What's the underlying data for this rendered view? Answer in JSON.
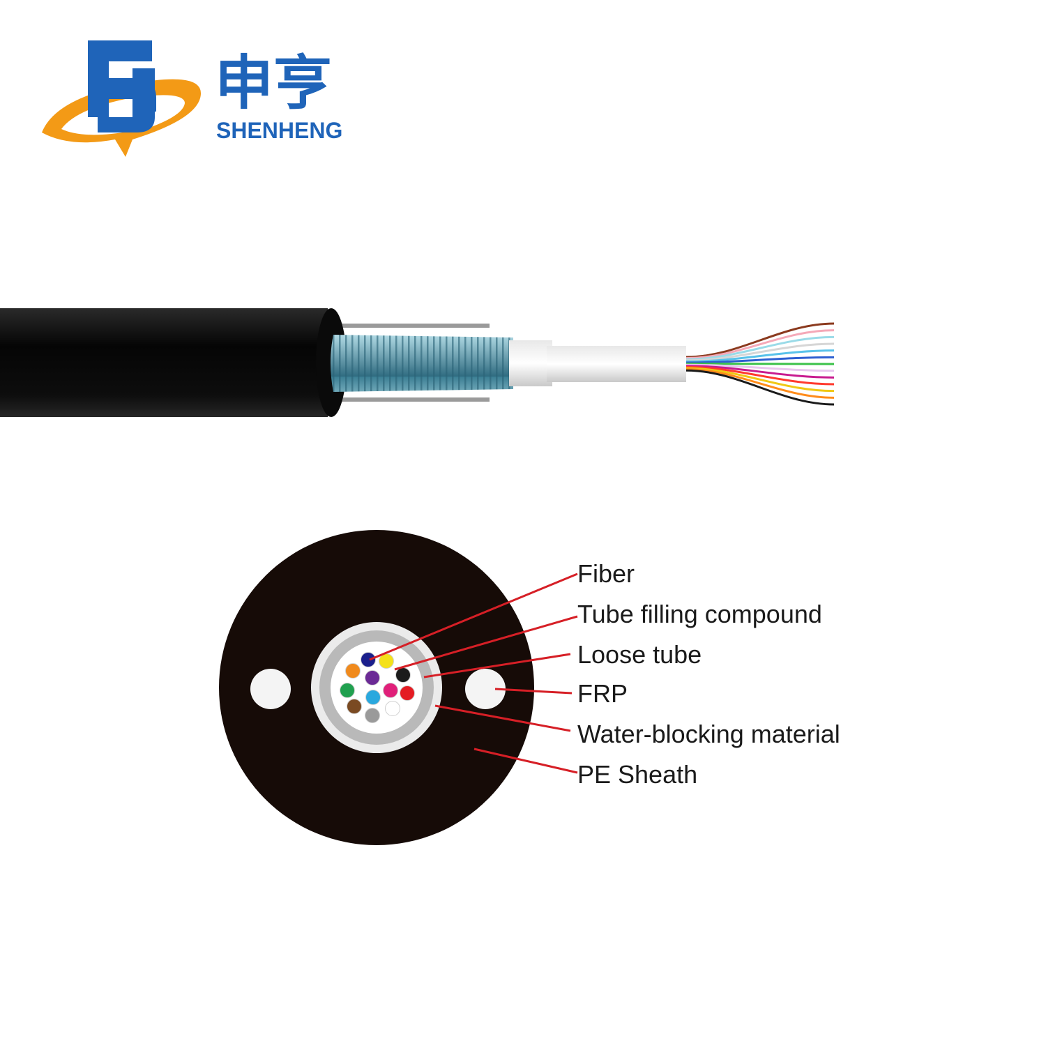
{
  "brand": {
    "name_cn": "申亨",
    "name_en": "SHENHENG",
    "colors": {
      "blue": "#1f64b9",
      "orange": "#f39a16"
    }
  },
  "labels": {
    "fiber": "Fiber",
    "tube_filling": "Tube filling compound",
    "loose_tube": "Loose tube",
    "frp": "FRP",
    "water_blocking": "Water-blocking material",
    "pe_sheath": "PE Sheath"
  },
  "colors": {
    "sheath": "#160b07",
    "leader_line": "#d61f26",
    "fiber_set": [
      "#1a1f8c",
      "#f4e11a",
      "#f08a1d",
      "#6b2a95",
      "#1c1c1c",
      "#20a04f",
      "#2aa8de",
      "#e0207a",
      "#e41c23",
      "#7a4a22",
      "#9a9a9a",
      "#ffffff"
    ],
    "fiber_strands": [
      "#8b3a1e",
      "#f5a9b8",
      "#9adbe8",
      "#d6d6d6",
      "#59c2ea",
      "#2d5fd1",
      "#3cc24a",
      "#e8c7ee",
      "#c81b8f",
      "#ff3a2e",
      "#f0c814",
      "#ff8c1a",
      "#1a1a1a"
    ]
  }
}
